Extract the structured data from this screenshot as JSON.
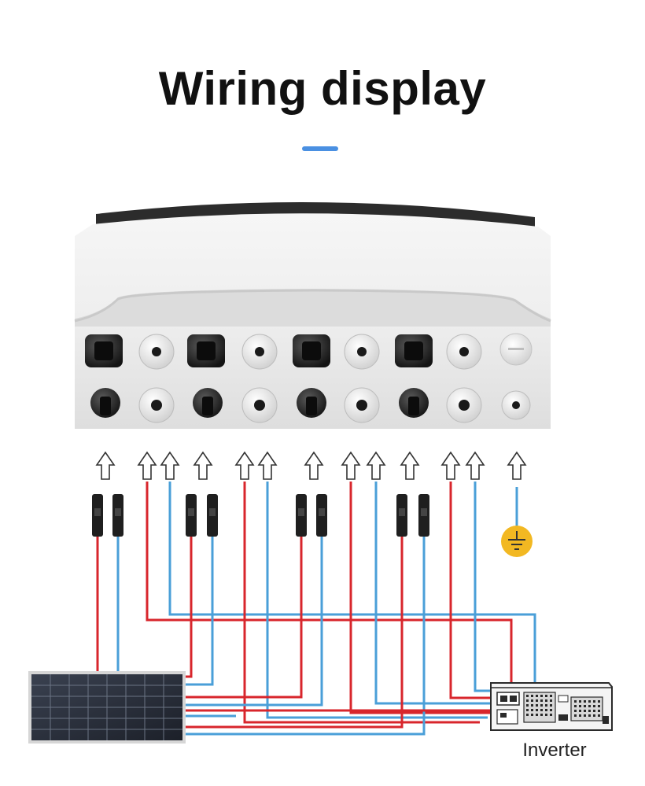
{
  "title": "Wiring display",
  "inverter_label": "Inverter",
  "colors": {
    "accent": "#4a90e2",
    "positive_wire": "#d8262c",
    "negative_wire": "#4a9fd8",
    "ground_symbol": "#f2b822"
  },
  "components": {
    "combiner_box": "combiner-box",
    "solar_panel": "solar-panel",
    "inverter": "inverter",
    "ground": "ground-icon"
  }
}
